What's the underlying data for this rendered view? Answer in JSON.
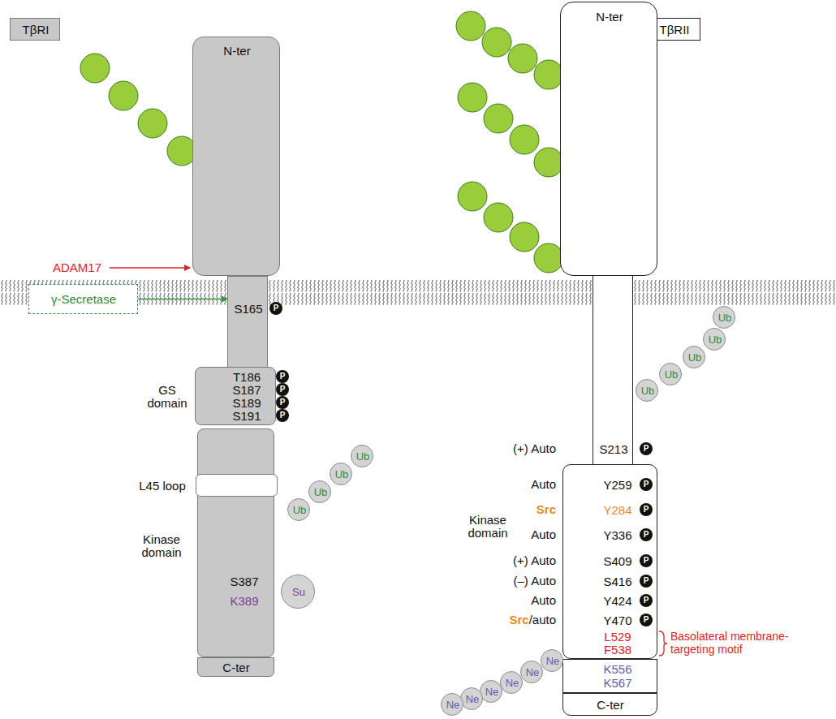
{
  "diagram": {
    "nodes": [
      {
        "text": [
          "TβRI"
        ]
      },
      {
        "text": [
          "N-ter"
        ]
      },
      {
        "text": [
          "γ-Secretase"
        ]
      },
      {
        "text": [
          "S165"
        ]
      },
      {
        "text": [
          "P"
        ]
      },
      {
        "text": [
          "GS domain",
          "T186",
          "S187",
          "S189",
          "S191"
        ]
      },
      {
        "text": [
          "P"
        ]
      },
      {
        "text": [
          "P"
        ]
      },
      {
        "text": [
          "P"
        ]
      },
      {
        "text": [
          "P"
        ]
      },
      {
        "text": [
          "Kinase domain",
          "S387",
          "K389"
        ]
      },
      {
        "text": [
          "L45 loop"
        ],
        "in": 10
      },
      {
        "text": [
          "Su"
        ]
      },
      {
        "text": [
          "Ub"
        ]
      },
      {
        "text": [
          "Ub"
        ]
      },
      {
        "text": [
          "Ub"
        ]
      },
      {
        "text": [
          "Ub"
        ]
      },
      {
        "text": [
          "C-ter"
        ]
      },
      {
        "text": [
          "TβRII"
        ]
      },
      {
        "text": [
          "N-ter"
        ]
      },
      {
        "text": [
          "S213"
        ]
      },
      {
        "text": [
          "P"
        ]
      },
      {
        "text": [
          "Ub"
        ]
      },
      {
        "text": [
          "Ub"
        ]
      },
      {
        "text": [
          "Ub"
        ]
      },
      {
        "text": [
          "Ub"
        ]
      },
      {
        "text": [
          "Ub"
        ]
      },
      {
        "text": [
          "Kinase domain",
          "Y259",
          "Y284",
          "Y336",
          "S409",
          "S416",
          "Y424",
          "Y470",
          "L529",
          "F538"
        ]
      },
      {
        "text": [
          "P"
        ]
      },
      {
        "text": [
          "P"
        ]
      },
      {
        "text": [
          "P"
        ]
      },
      {
        "text": [
          "P"
        ]
      },
      {
        "text": [
          "P"
        ]
      },
      {
        "text": [
          "P"
        ]
      },
      {
        "text": [
          "P"
        ]
      },
      {
        "text": [
          "K556",
          "K567"
        ]
      },
      {
        "text": [
          "C-ter"
        ]
      },
      {
        "text": [
          "Ne"
        ]
      },
      {
        "text": [
          "Ne"
        ]
      },
      {
        "text": [
          "Ne"
        ]
      },
      {
        "text": [
          "Ne"
        ]
      },
      {
        "text": [
          "Ne"
        ]
      },
      {
        "text": [
          "Ne"
        ]
      }
    ],
    "edges": [
      {
        "from": 2,
        "to": 3,
        "arrow": "to"
      }
    ],
    "labels": [
      "ADAM17",
      "(+) Auto",
      "Auto",
      "Src",
      "Auto",
      "(+) Auto",
      "(–) Auto",
      "Auto",
      "Src",
      "/auto",
      "Basolateral membrane-targeting motif"
    ]
  }
}
